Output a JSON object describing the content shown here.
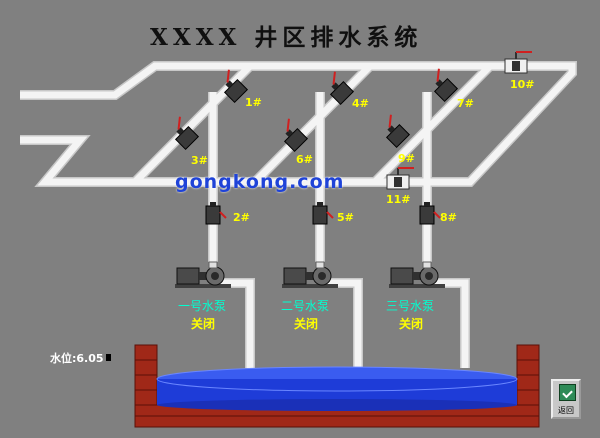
{
  "title": "XXXX 井区排水系统",
  "valves": [
    "1#",
    "2#",
    "3#",
    "4#",
    "5#",
    "6#",
    "7#",
    "8#",
    "9#",
    "10#",
    "11#"
  ],
  "pumps": [
    {
      "name": "一号水泵",
      "state": "关闭"
    },
    {
      "name": "二号水泵",
      "state": "关闭"
    },
    {
      "name": "三号水泵",
      "state": "关闭"
    }
  ],
  "water_level": {
    "label": "水位:",
    "value": "6.05"
  },
  "watermark": "gongkong.com",
  "return_button": {
    "label": "返回",
    "icon": "return-icon"
  },
  "colors": {
    "background": "#808080",
    "pipe": "#f0f0f0",
    "water": "#1e3cd8",
    "brick": "#a02818",
    "label": "#ffff00",
    "pump_name": "#00ffd0"
  }
}
